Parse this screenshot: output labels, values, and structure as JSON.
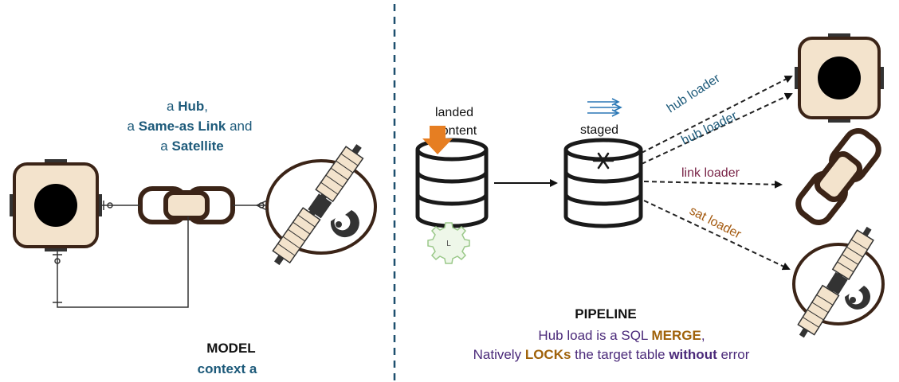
{
  "model": {
    "caption_line1_pre": "a ",
    "caption_line1_bold": "Hub",
    "caption_line1_post": ",",
    "caption_line2_pre": "a ",
    "caption_line2_bold": "Same-as Link",
    "caption_line2_post": " and",
    "caption_line3_pre": "a ",
    "caption_line3_bold": "Satellite",
    "title": "MODEL",
    "subtitle": "context a"
  },
  "pipeline": {
    "landed_label_1": "landed",
    "landed_label_2": "content",
    "staged_label": "staged",
    "gear_letter": "L",
    "loaders": {
      "hub1": "hub loader",
      "hub2": "hub loader",
      "link": "link loader",
      "sat": "sat loader"
    },
    "title": "PIPELINE",
    "line1_pre": "Hub load is a SQL ",
    "line1_bold": "MERGE",
    "line1_post": ",",
    "line2_pre": "Natively ",
    "line2_bold1": "LOCKs",
    "line2_mid": " the target table ",
    "line2_bold2": "without",
    "line2_post": " error"
  },
  "colors": {
    "teal_text": "#1d5a7a",
    "purple_text": "#4b2a7a",
    "orange_bold": "#a0620a",
    "link_loader": "#7a2548",
    "sat_loader": "#a45a10",
    "divider": "#1d4f6e",
    "cream": "#f3e3cc",
    "brown": "#3b2417",
    "orange_arrow": "#e67e22",
    "gear_green": "#9bc98a"
  }
}
